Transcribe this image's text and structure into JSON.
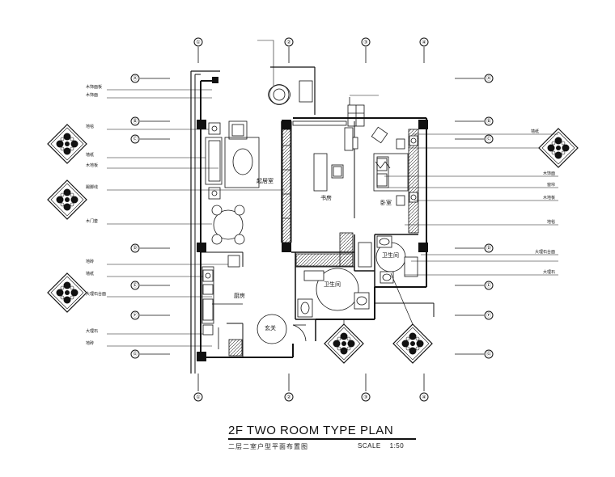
{
  "drawing": {
    "title": "2F TWO ROOM TYPE  PLAN",
    "subtitle_cn": "二层二室户型平面布置图",
    "scale_label": "SCALE",
    "scale_value": "1:50"
  },
  "grid": {
    "columns": [
      "①",
      "②",
      "③",
      "④"
    ],
    "rows": [
      "Ⓐ",
      "Ⓑ",
      "Ⓒ",
      "Ⓓ",
      "Ⓔ",
      "Ⓕ",
      "Ⓖ"
    ]
  },
  "rooms": {
    "living": "起居室",
    "study": "书房",
    "bedroom": "卧室",
    "bath_master": "卫生间",
    "bath_guest": "卫生间",
    "kitchen": "厨房",
    "entry": "玄关"
  },
  "labels": {
    "left": [
      "木饰面板",
      "木饰面",
      "地毯",
      "墙纸",
      "木地板",
      "踢脚线",
      "木门套",
      "地砖",
      "墙纸",
      "大理石台面",
      "大理石",
      "地砖"
    ],
    "right": [
      "墙纸",
      "木饰面",
      "窗帘",
      "木地板",
      "地毯",
      "大理石台面",
      "大理石"
    ]
  },
  "colors": {
    "line": "#111111",
    "hatch": "#555555"
  }
}
